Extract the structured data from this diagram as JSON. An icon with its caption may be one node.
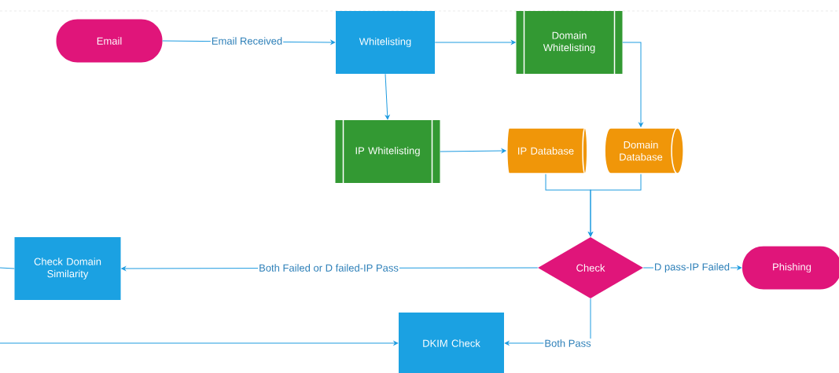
{
  "diagram": {
    "nodes": [
      {
        "text": [
          "Email"
        ]
      },
      {
        "text": [
          "Whitelisting"
        ]
      },
      {
        "text": [
          "Domain Whitelisting"
        ]
      },
      {
        "text": [
          "IP Whitelisting"
        ]
      },
      {
        "text": [
          "IP Database"
        ]
      },
      {
        "text": [
          "Domain Database"
        ]
      },
      {
        "text": [
          "Check"
        ]
      },
      {
        "text": [
          "Phishing"
        ]
      },
      {
        "text": [
          "Check Domain Similarity"
        ]
      },
      {
        "text": [
          "DKIM Check"
        ]
      }
    ],
    "edges": [
      {
        "from": 0,
        "to": 1,
        "arrow": "to",
        "label": "Email Received"
      },
      {
        "from": 1,
        "to": 2,
        "arrow": "to"
      },
      {
        "from": 1,
        "to": 3,
        "arrow": "to"
      },
      {
        "from": 2,
        "to": 5,
        "arrow": "to"
      },
      {
        "from": 3,
        "to": 4,
        "arrow": "to"
      },
      {
        "from": 4,
        "to": 6,
        "arrow": "to"
      },
      {
        "from": 5,
        "to": 6,
        "arrow": "to"
      },
      {
        "from": 6,
        "to": 8,
        "arrow": "to",
        "label": "Both Failed or D failed-IP Pass"
      },
      {
        "from": 6,
        "to": 7,
        "arrow": "to",
        "label": "D pass-IP Failed"
      },
      {
        "from": 6,
        "to": 9,
        "arrow": "to",
        "label": "Both Pass"
      },
      {
        "from": 8,
        "to": null,
        "arrow": "none"
      },
      {
        "from": null,
        "to": 9,
        "arrow": "to"
      }
    ]
  }
}
